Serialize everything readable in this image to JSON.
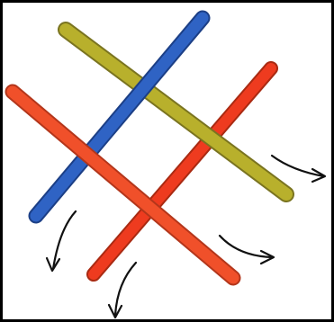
{
  "figure": {
    "frame_color": "#000000",
    "background": "#ffffff"
  },
  "sticks": [
    {
      "id": "blue-stick",
      "color": "#2f63c4",
      "edge": "#1c3f86"
    },
    {
      "id": "yellow-stick",
      "color": "#b8b02c",
      "edge": "#7a7420"
    },
    {
      "id": "red-stick-left",
      "color": "#f0502a",
      "edge": "#b3361b"
    },
    {
      "id": "red-stick-right",
      "color": "#ee3b1f",
      "edge": "#a92a12"
    }
  ],
  "arrows": [
    {
      "id": "arrow-right-upper",
      "color": "#111111"
    },
    {
      "id": "arrow-right-lower",
      "color": "#111111"
    },
    {
      "id": "arrow-down-left",
      "color": "#111111"
    },
    {
      "id": "arrow-down-bottom",
      "color": "#111111"
    }
  ]
}
